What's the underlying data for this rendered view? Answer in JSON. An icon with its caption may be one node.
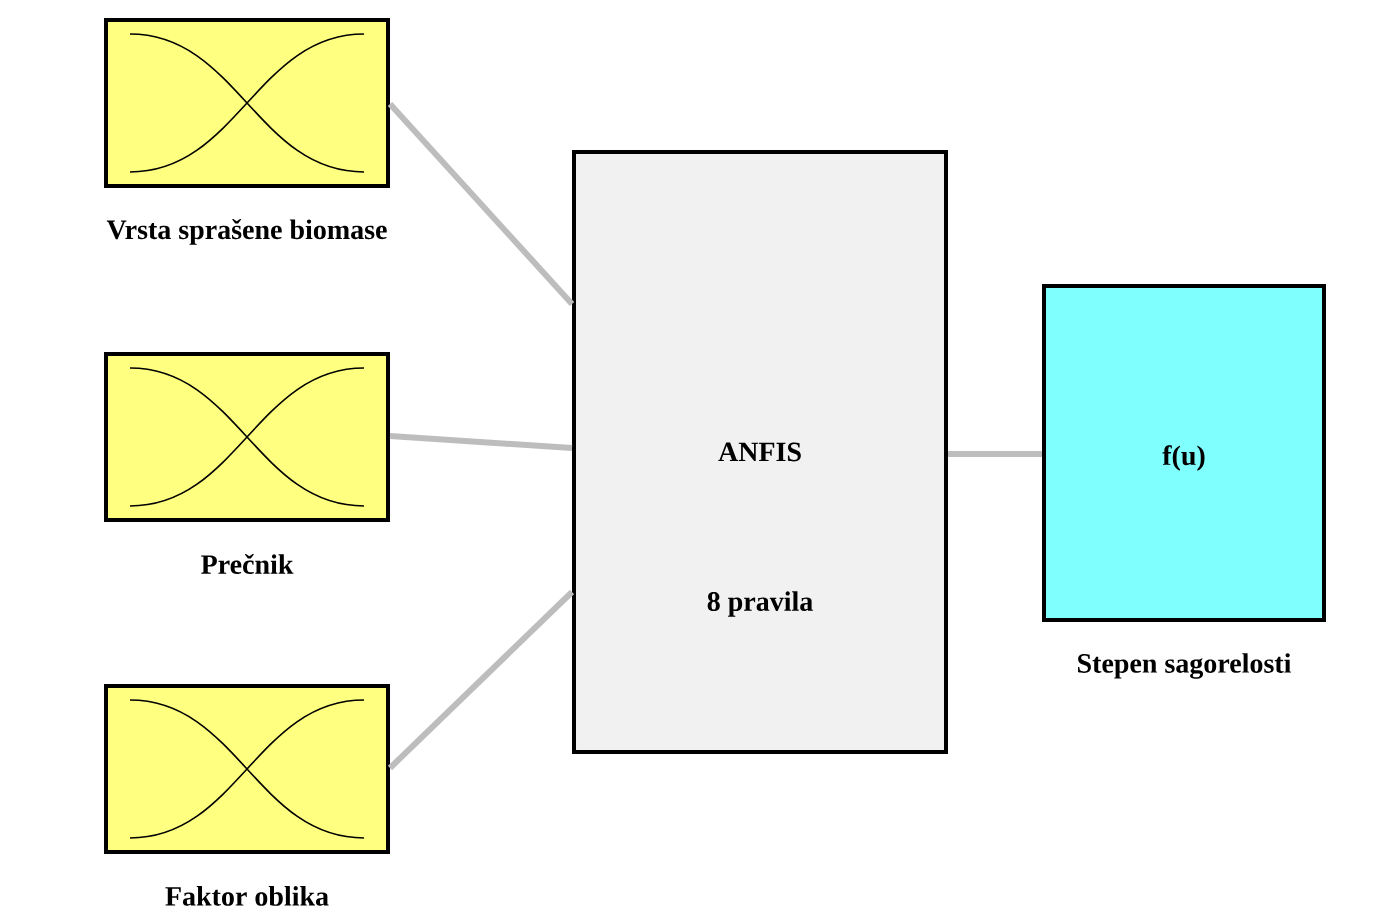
{
  "diagram": {
    "nodes": [
      {
        "text": [],
        "shape": "box",
        "beside": [
          "Vrsta sprašene biomase"
        ]
      },
      {
        "text": [],
        "shape": "box",
        "beside": [
          "Prečnik"
        ]
      },
      {
        "text": [],
        "shape": "box",
        "beside": [
          "Faktor oblika"
        ]
      },
      {
        "text": [
          "ANFIS",
          "8 pravila"
        ]
      },
      {
        "text": [
          "f(u)"
        ],
        "beside": [
          "Stepen sagorelosti"
        ]
      }
    ],
    "edges": [
      {
        "from": 0,
        "to": 3,
        "arrow": "none"
      },
      {
        "from": 1,
        "to": 3,
        "arrow": "none"
      },
      {
        "from": 2,
        "to": 3,
        "arrow": "none"
      },
      {
        "from": 3,
        "to": 4,
        "arrow": "none"
      }
    ]
  }
}
